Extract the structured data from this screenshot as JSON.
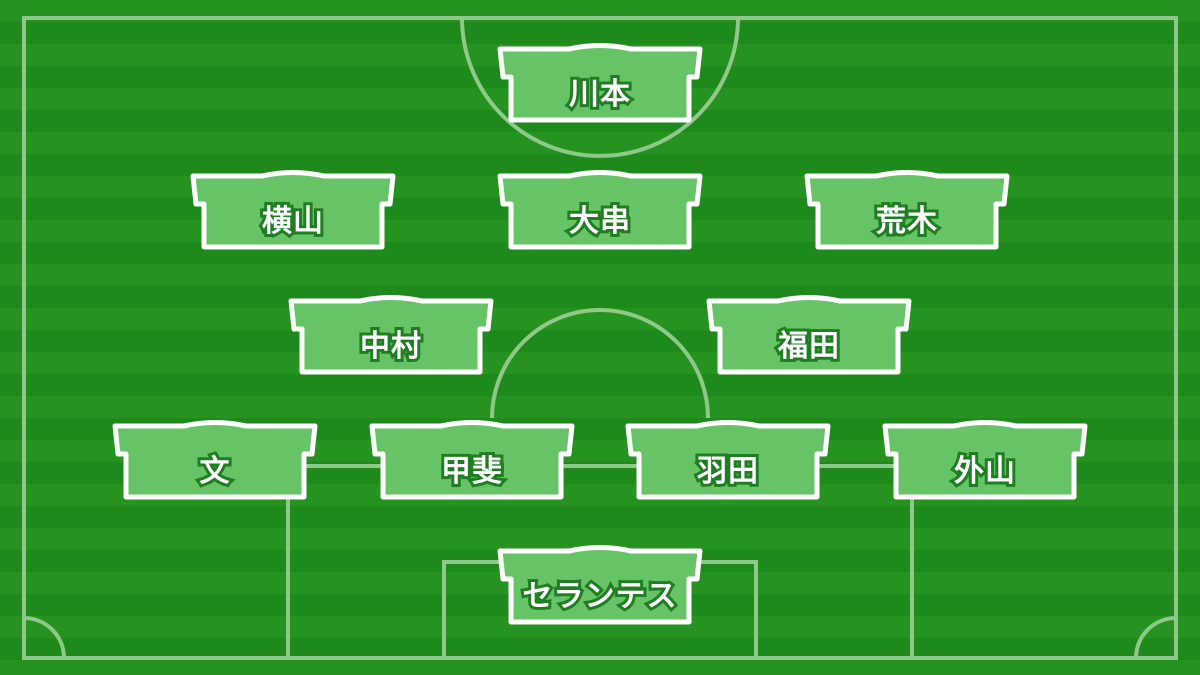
{
  "formation": {
    "players": [
      {
        "name": "川本",
        "slot": "gk"
      },
      {
        "name": "横山",
        "slot": "cb-left"
      },
      {
        "name": "大串",
        "slot": "cb-center"
      },
      {
        "name": "荒木",
        "slot": "cb-right"
      },
      {
        "name": "中村",
        "slot": "dm-left"
      },
      {
        "name": "福田",
        "slot": "dm-right"
      },
      {
        "name": "文",
        "slot": "mid-1"
      },
      {
        "name": "甲斐",
        "slot": "mid-2"
      },
      {
        "name": "羽田",
        "slot": "mid-3"
      },
      {
        "name": "外山",
        "slot": "mid-4"
      },
      {
        "name": "セランテス",
        "slot": "fw"
      }
    ]
  },
  "colors": {
    "pitch_dark": "#1f8a1c",
    "pitch_light": "#26921f",
    "lines": "#8fc98a",
    "shirt_fill": "#66c466",
    "shirt_border": "#ffffff",
    "name_outline": "#1f7f22"
  }
}
